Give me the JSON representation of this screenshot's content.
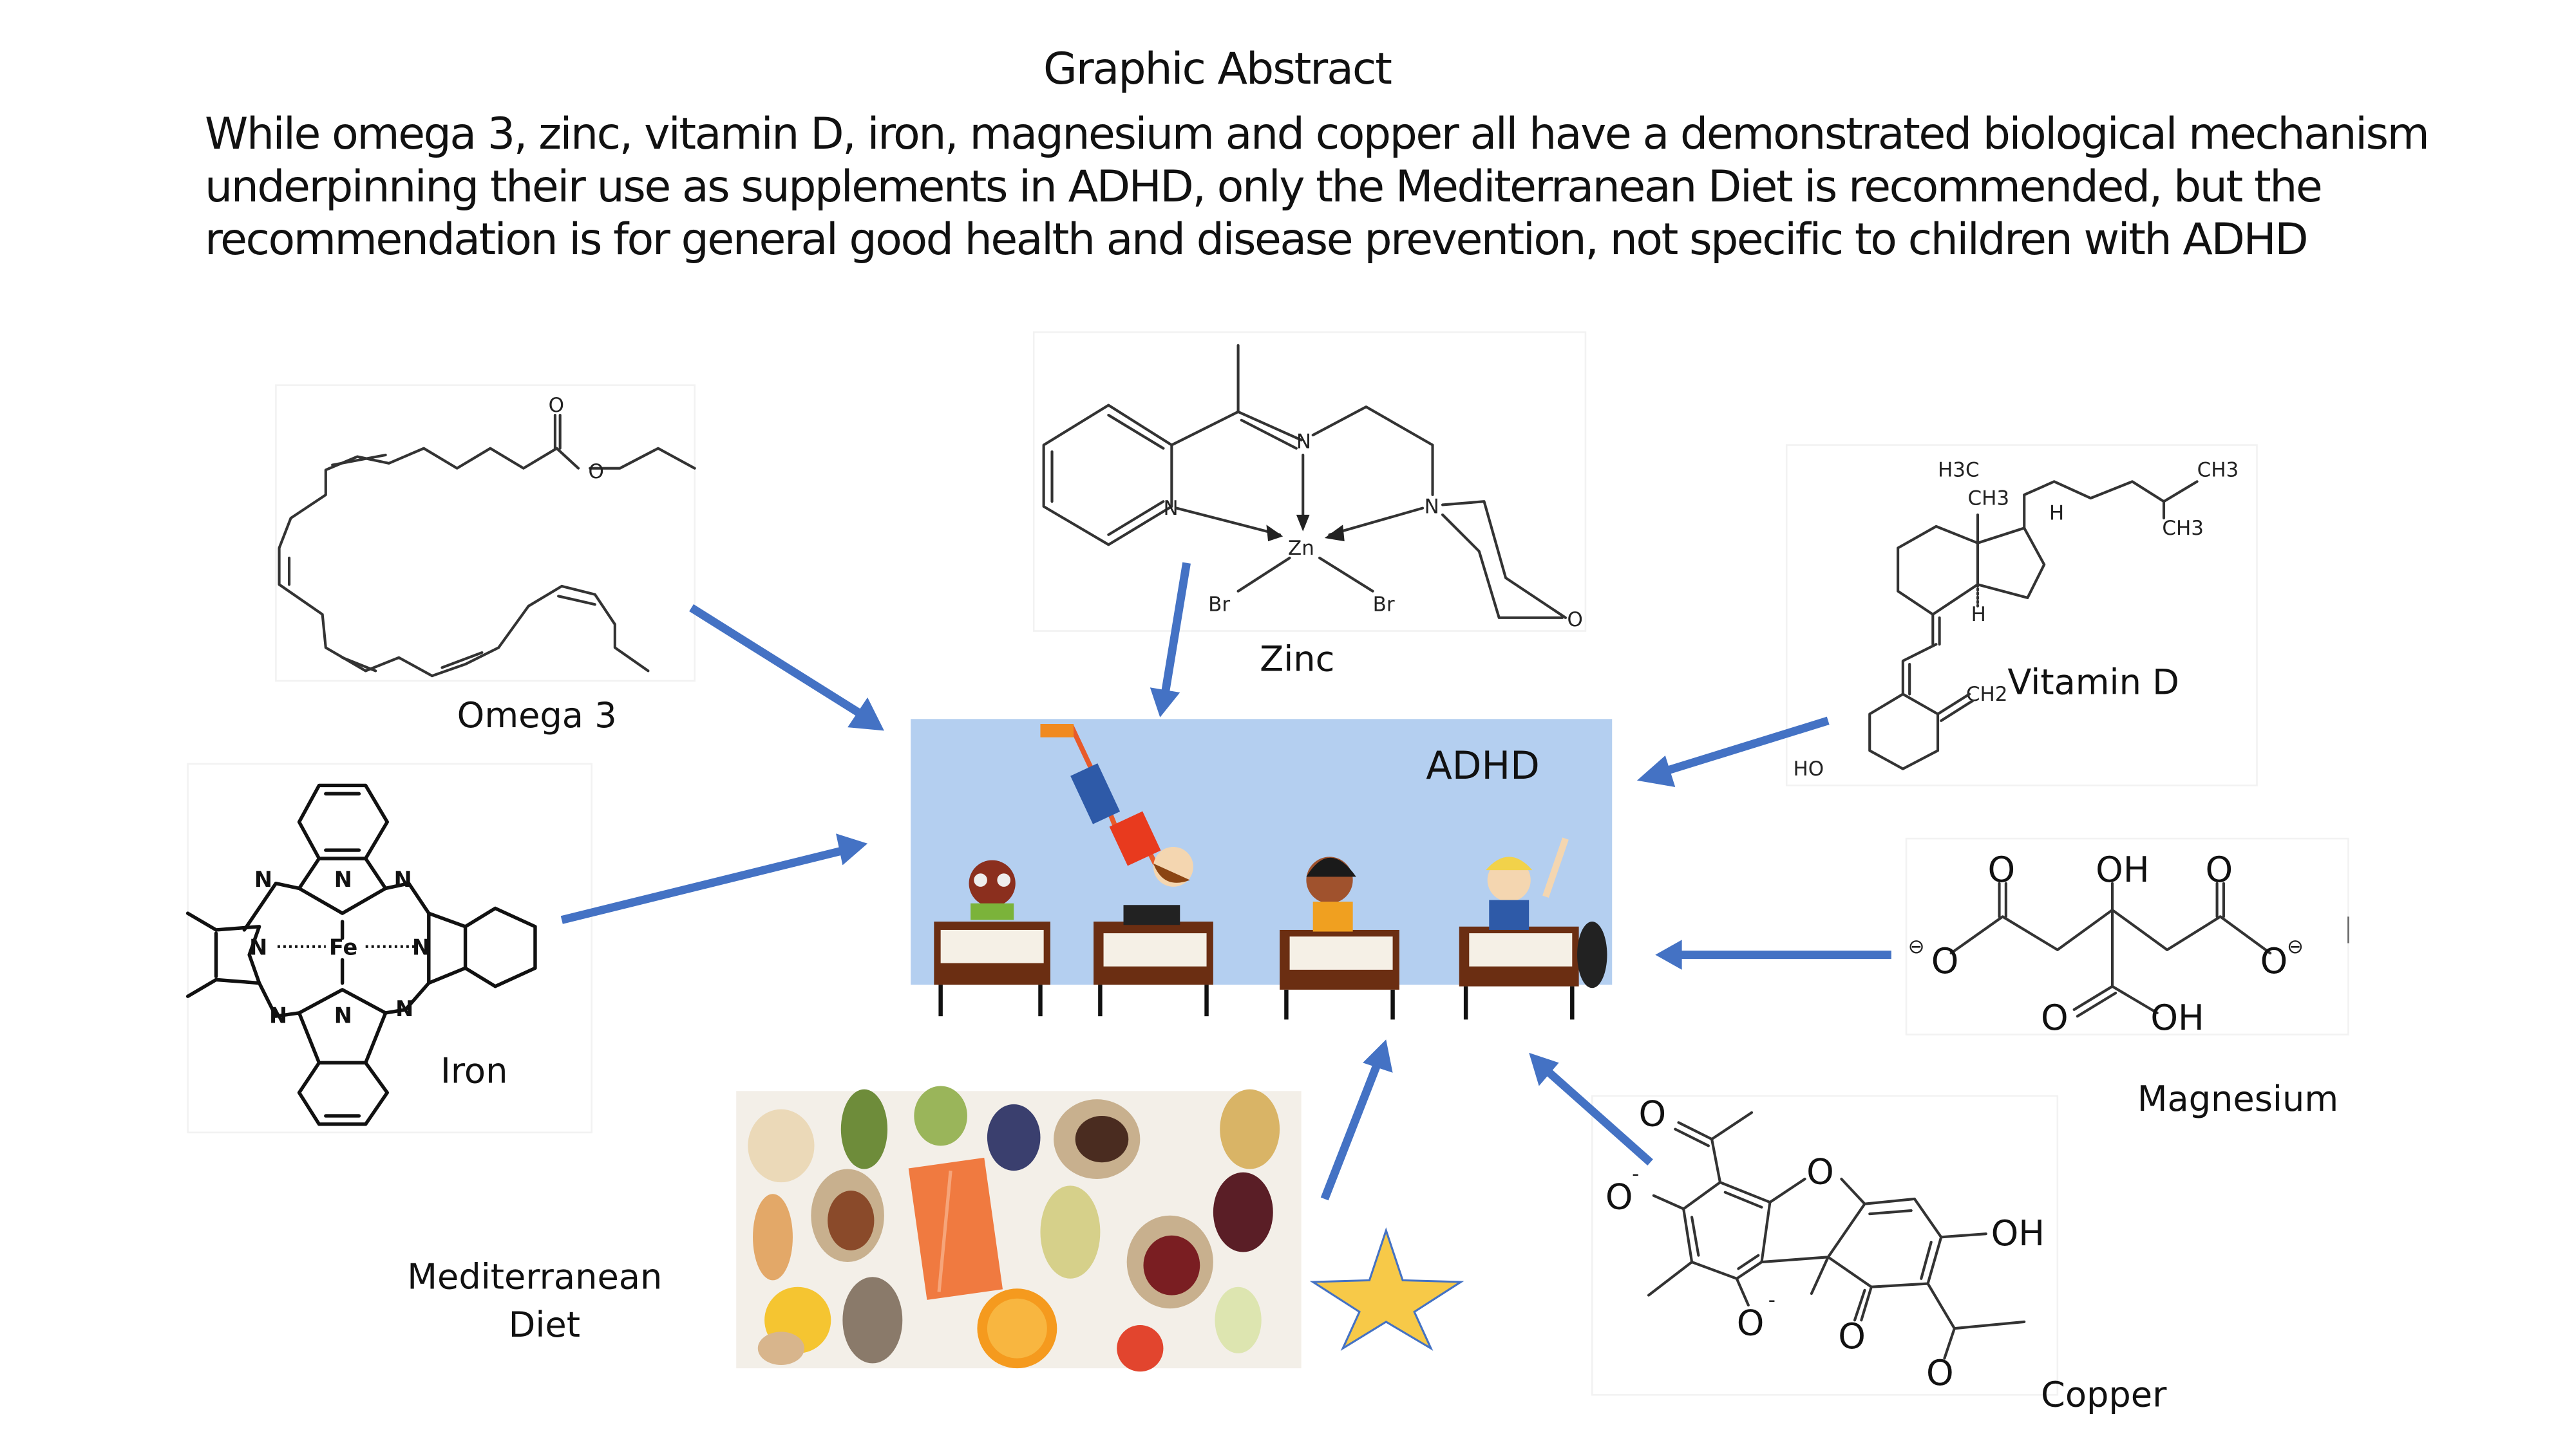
{
  "header": {
    "title": "Graphic Abstract",
    "abstract_lines": [
      "While omega 3, zinc, vitamin D, iron, magnesium and copper all have a demonstrated biological mechanism",
      "underpinning their use as supplements in ADHD, only the Mediterranean Diet is recommended, but the",
      "recommendation is for general good health and disease prevention, not specific to children with ADHD"
    ]
  },
  "center": {
    "label": "ADHD",
    "image": "classroom-children-illustration"
  },
  "nutrients": {
    "omega3": {
      "label": "Omega 3",
      "atoms": [
        "O",
        "O"
      ]
    },
    "zinc": {
      "label": "Zinc",
      "atoms": [
        "N",
        "N",
        "N",
        "Zn",
        "Br",
        "Br",
        "O"
      ]
    },
    "vitamin_d": {
      "label": "Vitamin D",
      "atoms": [
        "H3C",
        "CH3",
        "CH3",
        "CH3",
        "H",
        "H",
        "CH2",
        "HO"
      ]
    },
    "iron": {
      "label": "Iron",
      "atoms": [
        "N",
        "N",
        "N",
        "N",
        "Fe",
        "N",
        "N",
        "N",
        "N"
      ]
    },
    "magnesium": {
      "label": "Magnesium",
      "atoms": [
        "O",
        "OH",
        "O",
        "O",
        "O",
        "O",
        "OH",
        "⊖",
        "⊖"
      ]
    },
    "copper": {
      "label": "Copper",
      "atoms": [
        "O",
        "O",
        "O",
        "OH",
        "O",
        "O",
        "O",
        "-",
        "-"
      ]
    },
    "mediterranean": {
      "label_line1": "Mediterranean",
      "label_line2": "Diet",
      "image": "mediterranean-food-photo",
      "badge": "recommended-star"
    }
  },
  "colors": {
    "arrow": "#4472C4",
    "adhd_background": "#B4CFF0",
    "star_fill": "#F7C948",
    "star_stroke": "#4472C4"
  }
}
